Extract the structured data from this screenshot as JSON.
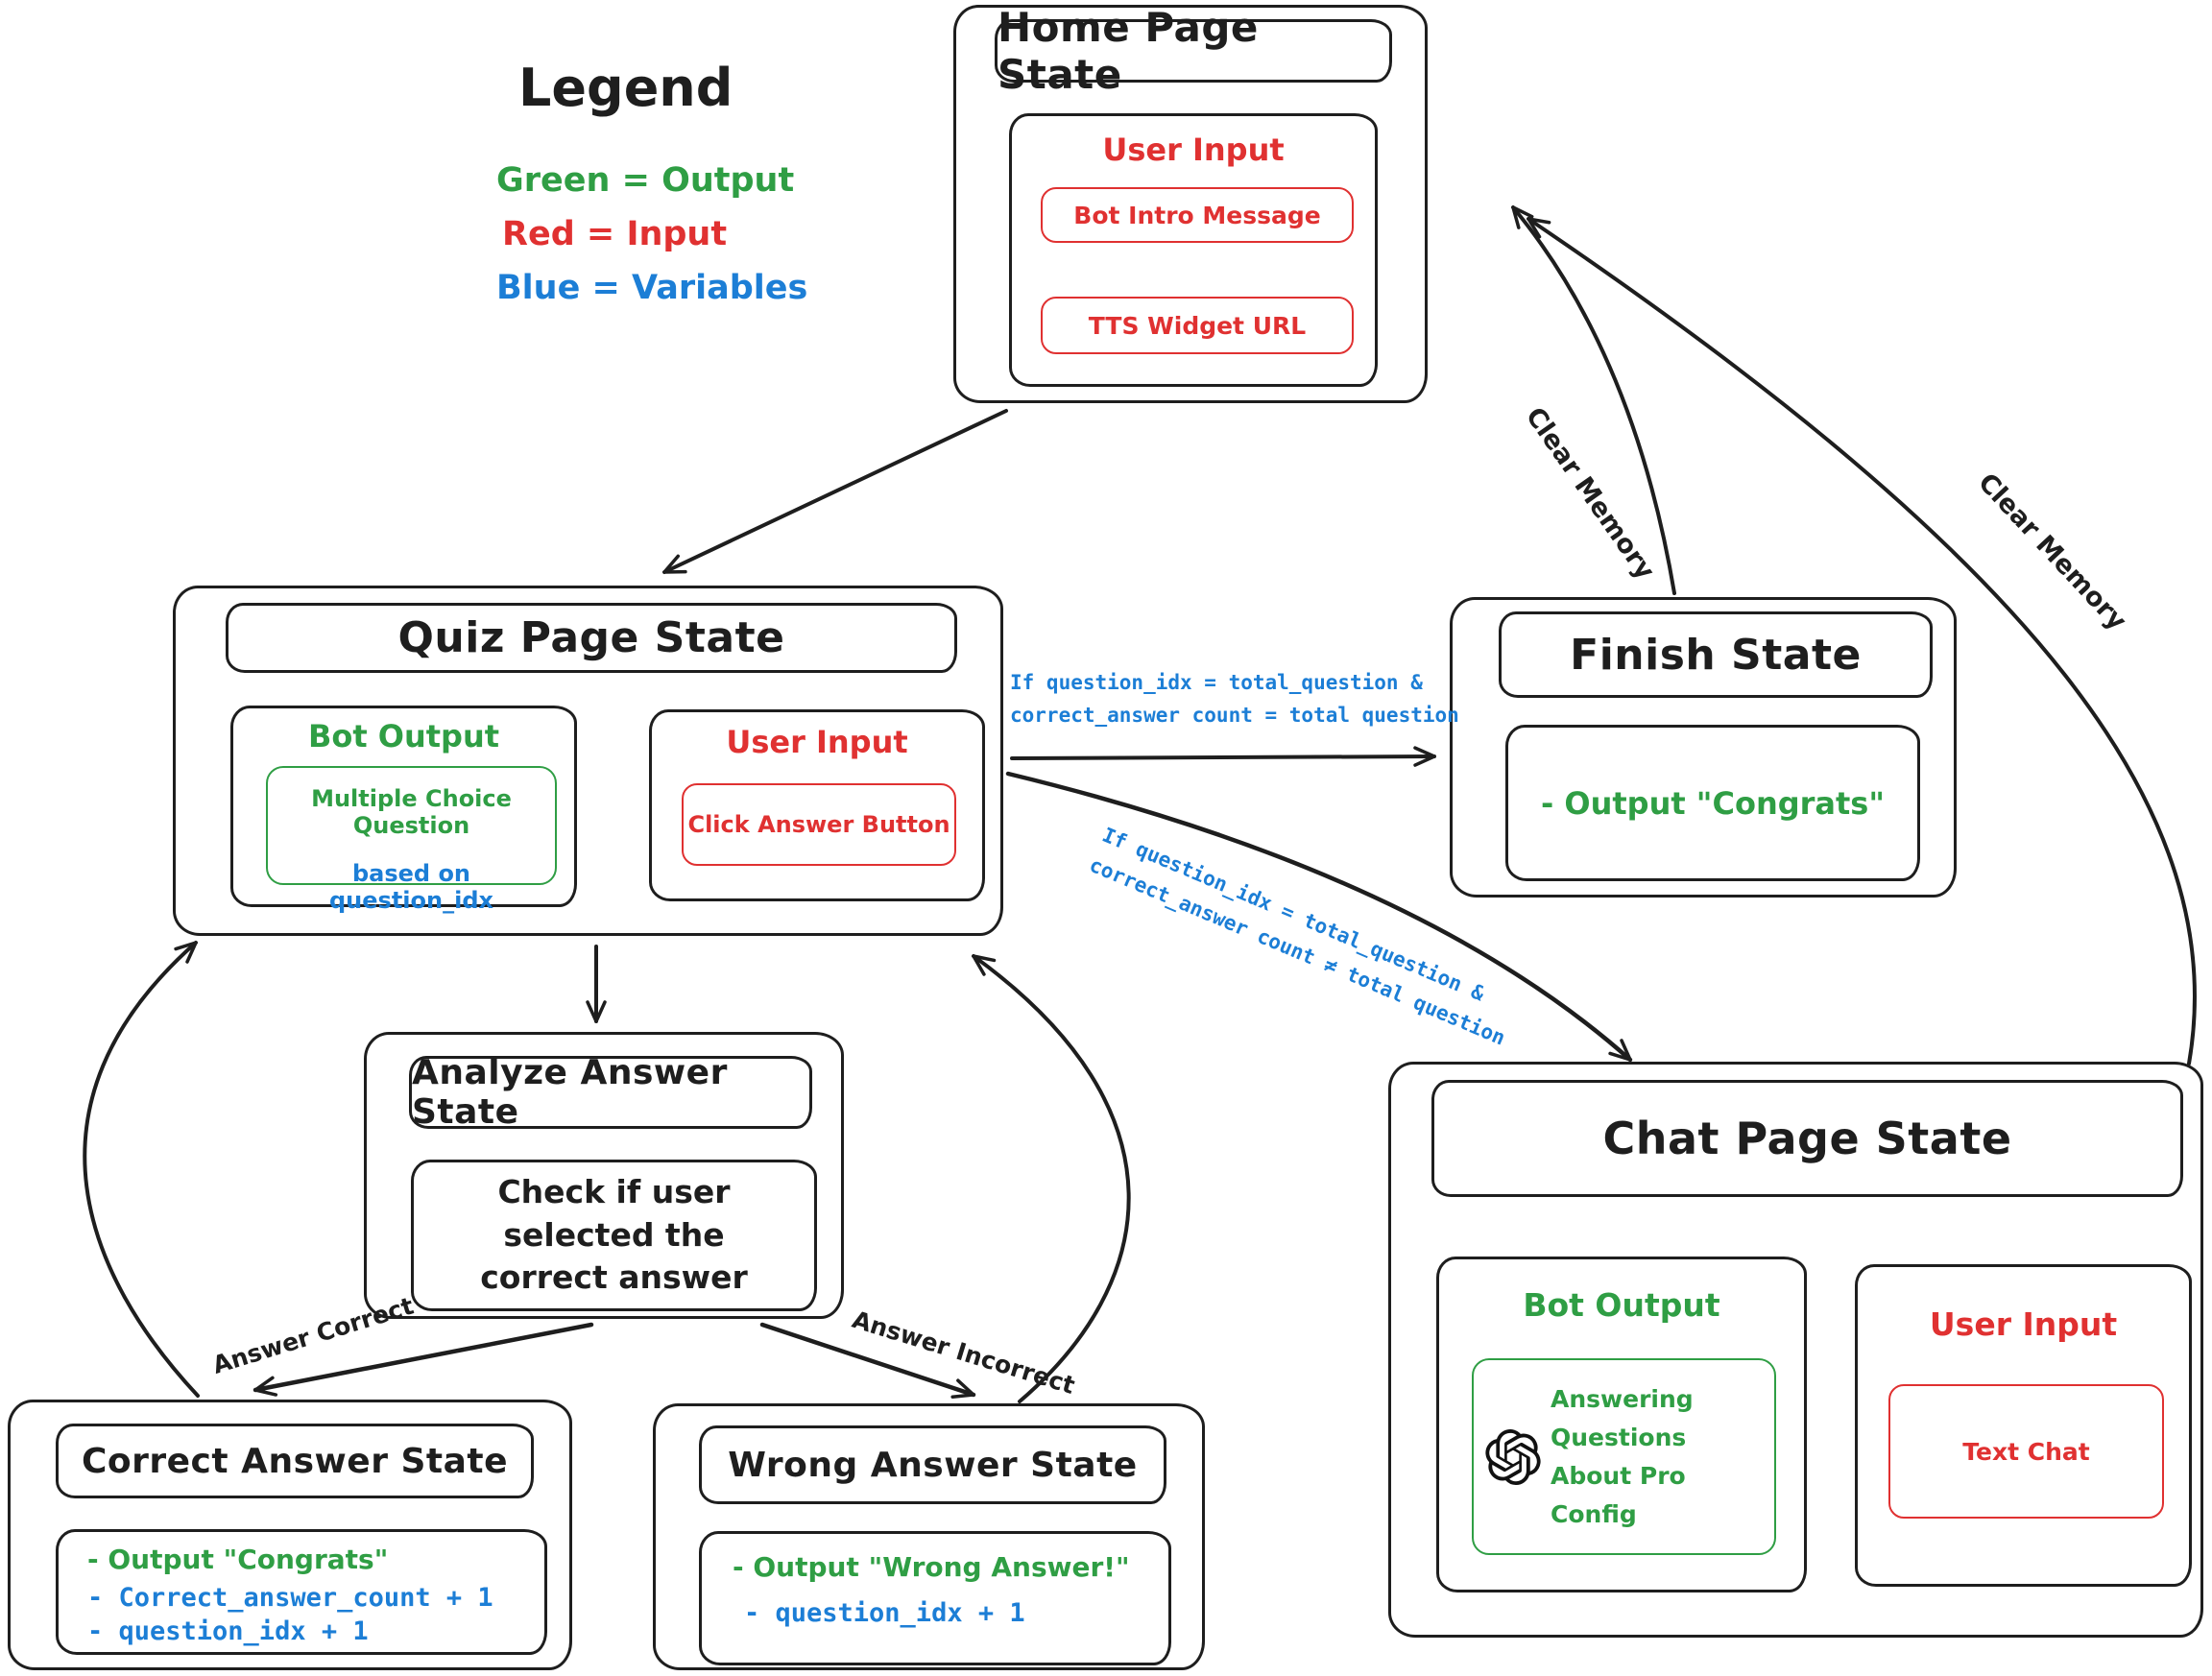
{
  "colors": {
    "ink": "#1e1e1e",
    "green": "#2f9e44",
    "red": "#e03131",
    "blue": "#1c7ed6"
  },
  "legend": {
    "title": "Legend",
    "green_item": "Green = Output",
    "red_item": "Red = Input",
    "blue_item": "Blue = Variables"
  },
  "home_state": {
    "title": "Home Page State",
    "section_label": "User Input",
    "item1": "Bot Intro Message",
    "item2": "TTS Widget URL"
  },
  "quiz_state": {
    "title": "Quiz Page State",
    "bot_output_label": "Bot Output",
    "mcq_line1": "Multiple Choice Question",
    "mcq_line2": "based on question_idx",
    "user_input_label": "User Input",
    "answer_button": "Click Answer Button"
  },
  "finish_state": {
    "title": "Finish State",
    "output": "- Output \"Congrats\""
  },
  "chat_state": {
    "title": "Chat Page State",
    "bot_output_label": "Bot Output",
    "openai_icon": "openai-logo",
    "bot_line1": "Answering Questions",
    "bot_line2": "About Pro Config",
    "user_input_label": "User Input",
    "text_chat": "Text Chat"
  },
  "analyze_state": {
    "title": "Analyze Answer State",
    "body": "Check if user selected the correct answer"
  },
  "correct_state": {
    "title": "Correct Answer State",
    "line1": "- Output \"Congrats\"",
    "line2": "- Correct_answer_count + 1",
    "line3": "- question_idx + 1"
  },
  "wrong_state": {
    "title": "Wrong Answer State",
    "line1": "- Output \"Wrong Answer!\"",
    "line2": "- question_idx + 1"
  },
  "edges": {
    "quiz_to_finish_line1": "If question_idx = total_question &",
    "quiz_to_finish_line2": "correct_answer count = total question",
    "quiz_to_chat_line1": "If question_idx = total_question &",
    "quiz_to_chat_line2": "correct_answer count ≠ total question",
    "finish_clear_memory": "Clear Memory",
    "chat_clear_memory": "Clear Memory",
    "answer_correct": "Answer Correct",
    "answer_incorrect": "Answer Incorrect"
  }
}
